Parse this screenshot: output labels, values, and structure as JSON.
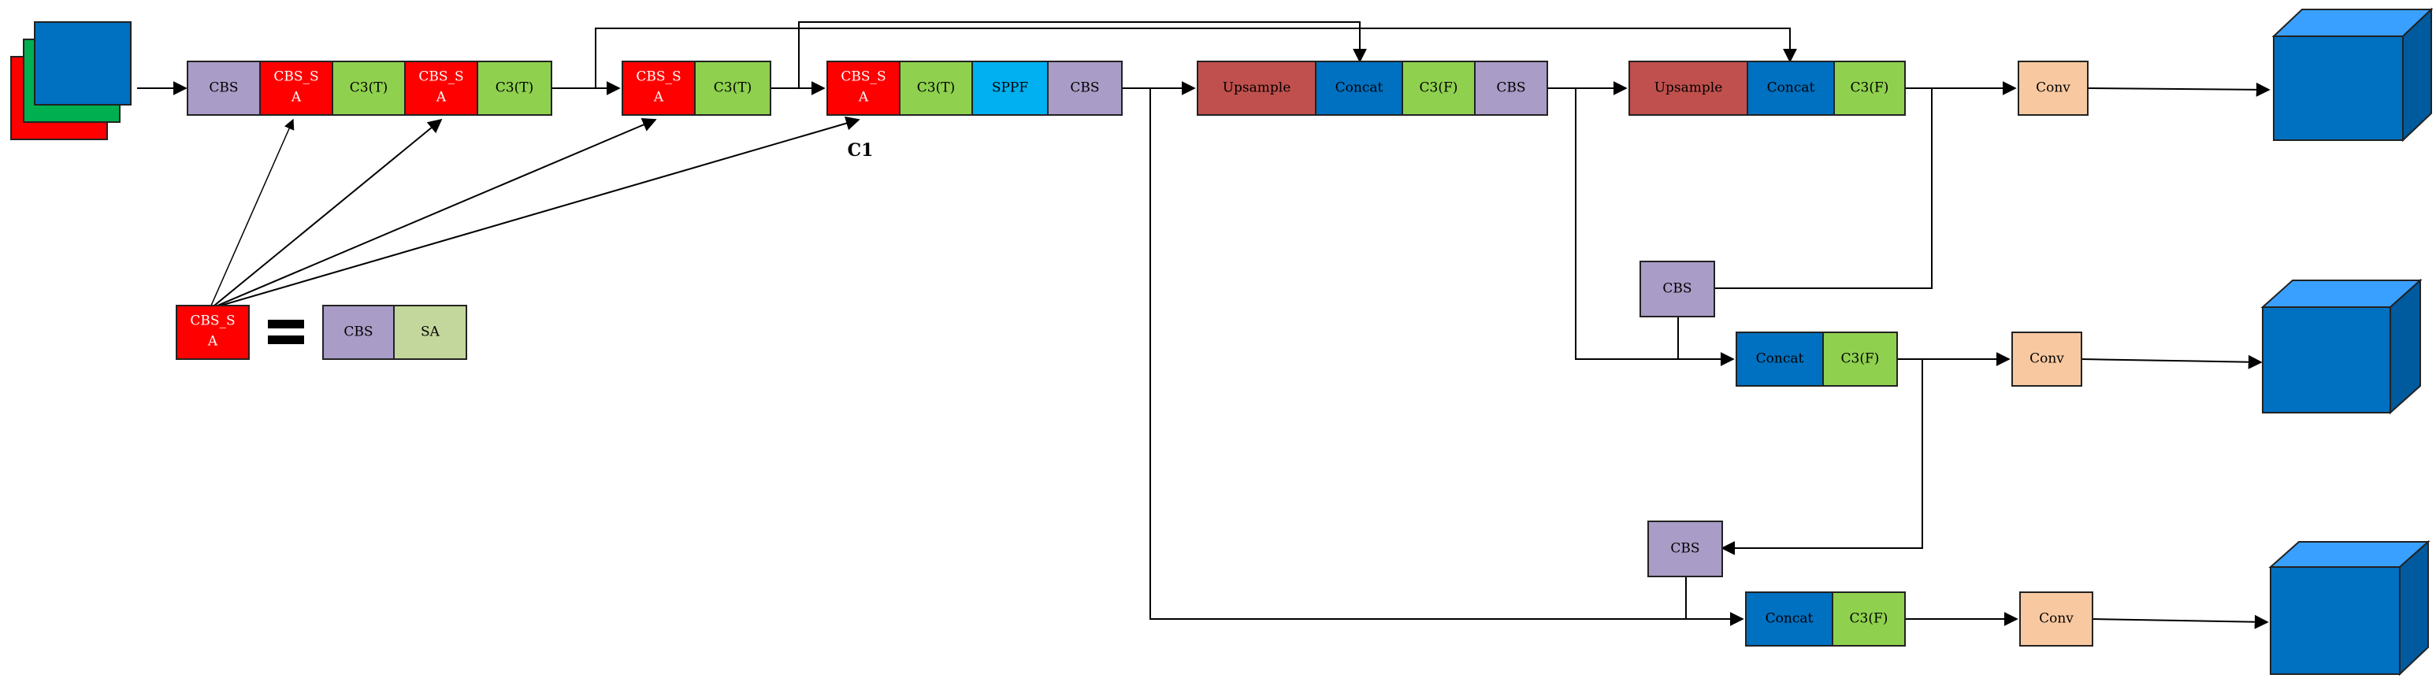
{
  "colors": {
    "cbs": "#a99cc6",
    "cbs_sa": "#ff0000",
    "c3t": "#8fd14f",
    "c3f": "#8fd14f",
    "sppf": "#00b0f0",
    "upsample": "#c0504d",
    "concat": "#0070c0",
    "conv": "#f8c9a0",
    "sa": "#c3d69b",
    "cube_front": "#0070c0",
    "cube_top": "#3aa0ff",
    "cube_side": "#005a9e",
    "input_red": "#ff0000",
    "input_green": "#00b050",
    "input_blue": "#0070c0"
  },
  "labels": {
    "cbs": "CBS",
    "cbs_sa_line1": "CBS_S",
    "cbs_sa_line2": "A",
    "c3t": "C3(T)",
    "c3f": "C3(F)",
    "sppf": "SPPF",
    "upsample": "Upsample",
    "concat": "Concat",
    "conv": "Conv",
    "sa": "SA",
    "c1": "C1",
    "equals": "="
  },
  "icons": {
    "input": "stacked-input-layers",
    "output": "3d-cube-output"
  }
}
